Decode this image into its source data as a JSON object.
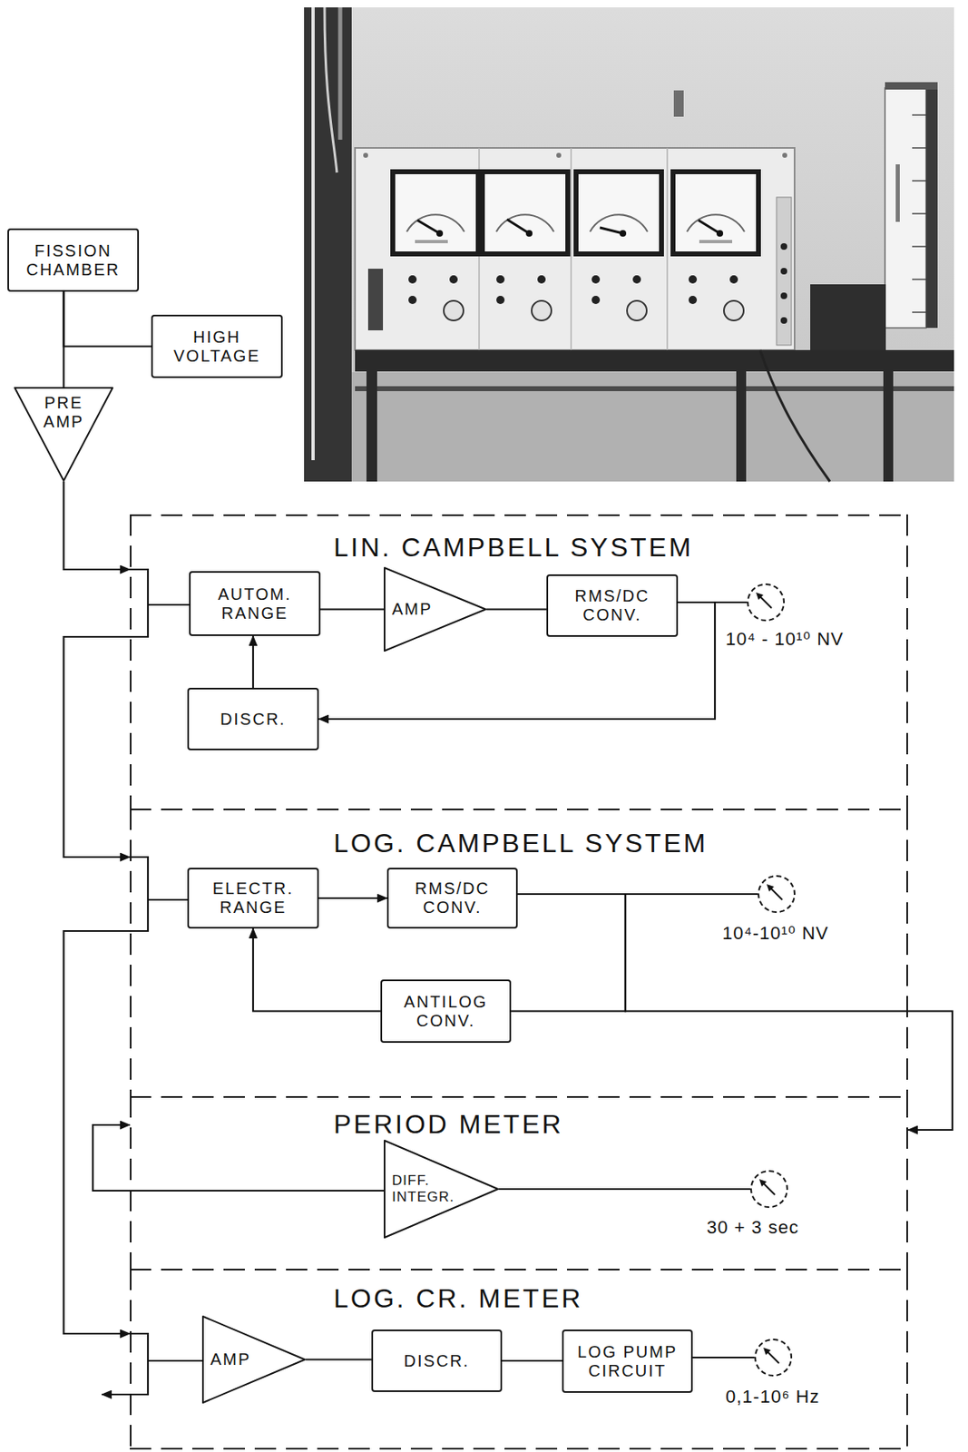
{
  "diagram": {
    "nodes": [
      {
        "text": [
          "FISSION CHAMBER"
        ]
      },
      {
        "text": [
          "HIGH VOLTAGE"
        ]
      },
      {
        "text": [
          "PRE AMP"
        ]
      },
      {
        "text": [
          "LIN. CAMPBELL SYSTEM"
        ]
      },
      {
        "text": [
          "AUTOM. RANGE"
        ],
        "in": 3
      },
      {
        "text": [
          "AMP"
        ],
        "in": 3
      },
      {
        "text": [
          "RMS/DC CONV."
        ],
        "in": 3
      },
      {
        "text": [
          "DISCR."
        ],
        "in": 3
      },
      {
        "text": [
          "10⁴ - 10¹⁰ NV"
        ],
        "in": 3
      },
      {
        "text": [
          "LOG. CAMPBELL SYSTEM"
        ]
      },
      {
        "text": [
          "ELECTR. RANGE"
        ],
        "in": 9
      },
      {
        "text": [
          "RMS/DC CONV."
        ],
        "in": 9
      },
      {
        "text": [
          "10⁴-10¹⁰ NV"
        ],
        "in": 9
      },
      {
        "text": [
          "ANTILOG CONV."
        ],
        "in": 9
      },
      {
        "text": [
          "PERIOD METER"
        ]
      },
      {
        "text": [
          "DIFF. INTEGR."
        ],
        "in": 14
      },
      {
        "text": [
          "30 + 3 sec"
        ],
        "in": 14
      },
      {
        "text": [
          "LOG. CR. METER"
        ]
      },
      {
        "text": [
          "AMP"
        ],
        "in": 17
      },
      {
        "text": [
          "DISCR."
        ],
        "in": 17
      },
      {
        "text": [
          "LOG PUMP CIRCUIT"
        ],
        "in": 17
      },
      {
        "text": [
          "0,1-10⁶ Hz"
        ],
        "in": 17
      }
    ],
    "edges": [
      {
        "from": 1,
        "to": 0,
        "arrow": "none"
      },
      {
        "from": 0,
        "to": 2,
        "arrow": "none"
      },
      {
        "from": 2,
        "to": 3,
        "arrow": "to"
      },
      {
        "from": 3,
        "to": 9,
        "arrow": "to"
      },
      {
        "from": 9,
        "to": 17,
        "arrow": "to"
      },
      {
        "from": 4,
        "to": 5,
        "arrow": "none"
      },
      {
        "from": 5,
        "to": 6,
        "arrow": "none"
      },
      {
        "from": 6,
        "to": 8,
        "arrow": "none"
      },
      {
        "from": 6,
        "to": 7,
        "arrow": "to"
      },
      {
        "from": 7,
        "to": 4,
        "arrow": "to"
      },
      {
        "from": 10,
        "to": 11,
        "arrow": "to"
      },
      {
        "from": 11,
        "to": 12,
        "arrow": "none"
      },
      {
        "from": 11,
        "to": 13,
        "arrow": "none"
      },
      {
        "from": 13,
        "to": 10,
        "arrow": "to"
      },
      {
        "from": 11,
        "to": 14,
        "arrow": "to"
      },
      {
        "from": 15,
        "to": 16,
        "arrow": "none"
      },
      {
        "from": 18,
        "to": 19,
        "arrow": "none"
      },
      {
        "from": 19,
        "to": 20,
        "arrow": "none"
      },
      {
        "from": 20,
        "to": 21,
        "arrow": "none"
      }
    ]
  }
}
